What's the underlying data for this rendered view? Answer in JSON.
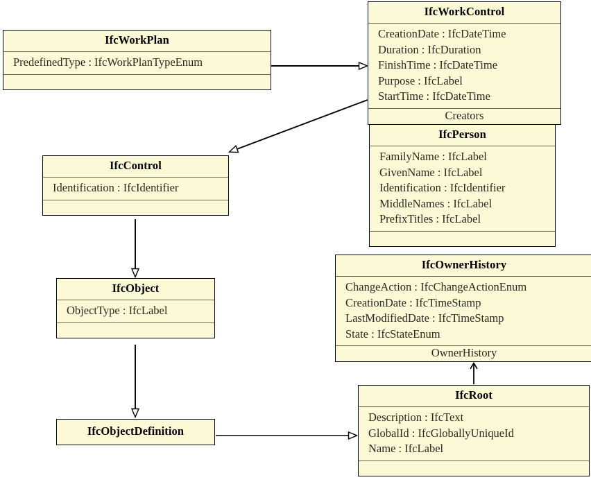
{
  "diagram": {
    "title": "IFC UML class diagram",
    "colors": {
      "class_fill": "#fcfad6",
      "class_border": "#000000",
      "compartment_separator": "#6b6648",
      "edge": "#000000",
      "text": "#2a2a22"
    }
  },
  "classes": [
    {
      "id": "IfcWorkPlan",
      "name": "IfcWorkPlan",
      "attributes": [
        "PredefinedType : IfcWorkPlanTypeEnum"
      ],
      "operations": ""
    },
    {
      "id": "IfcWorkControl",
      "name": "IfcWorkControl",
      "attributes": [
        "CreationDate : IfcDateTime",
        "Duration : IfcDuration",
        "FinishTime : IfcDateTime",
        "Purpose : IfcLabel",
        "StartTime : IfcDateTime"
      ],
      "operations": "Creators"
    },
    {
      "id": "IfcPerson",
      "name": "IfcPerson",
      "attributes": [
        "FamilyName : IfcLabel",
        "GivenName : IfcLabel",
        "Identification : IfcIdentifier",
        "MiddleNames : IfcLabel",
        "PrefixTitles : IfcLabel"
      ],
      "operations": ""
    },
    {
      "id": "IfcControl",
      "name": "IfcControl",
      "attributes": [
        "Identification : IfcIdentifier"
      ],
      "operations": ""
    },
    {
      "id": "IfcOwnerHistory",
      "name": "IfcOwnerHistory",
      "attributes": [
        "ChangeAction : IfcChangeActionEnum",
        "CreationDate : IfcTimeStamp",
        "LastModifiedDate : IfcTimeStamp",
        "State : IfcStateEnum"
      ],
      "operations": "OwnerHistory"
    },
    {
      "id": "IfcObject",
      "name": "IfcObject",
      "attributes": [
        "ObjectType : IfcLabel"
      ],
      "operations": ""
    },
    {
      "id": "IfcObjectDefinition",
      "name": "IfcObjectDefinition",
      "attributes": [],
      "operations": null
    },
    {
      "id": "IfcRoot",
      "name": "IfcRoot",
      "attributes": [
        "Description : IfcText",
        "GlobalId : IfcGloballyUniqueId",
        "Name : IfcLabel"
      ],
      "operations": ""
    }
  ],
  "relationships": [
    {
      "from": "IfcWorkPlan",
      "to": "IfcWorkControl",
      "type": "generalization",
      "label": ""
    },
    {
      "from": "IfcWorkControl",
      "to": "IfcControl",
      "type": "generalization",
      "label": ""
    },
    {
      "from": "IfcControl",
      "to": "IfcObject",
      "type": "generalization",
      "label": ""
    },
    {
      "from": "IfcObject",
      "to": "IfcObjectDefinition",
      "type": "generalization",
      "label": ""
    },
    {
      "from": "IfcObjectDefinition",
      "to": "IfcRoot",
      "type": "generalization",
      "label": ""
    },
    {
      "from": "IfcRoot",
      "to": "IfcOwnerHistory",
      "type": "association",
      "label": "OwnerHistory"
    },
    {
      "from": "IfcWorkControl",
      "to": "IfcPerson",
      "type": "association",
      "label": "Creators"
    }
  ]
}
